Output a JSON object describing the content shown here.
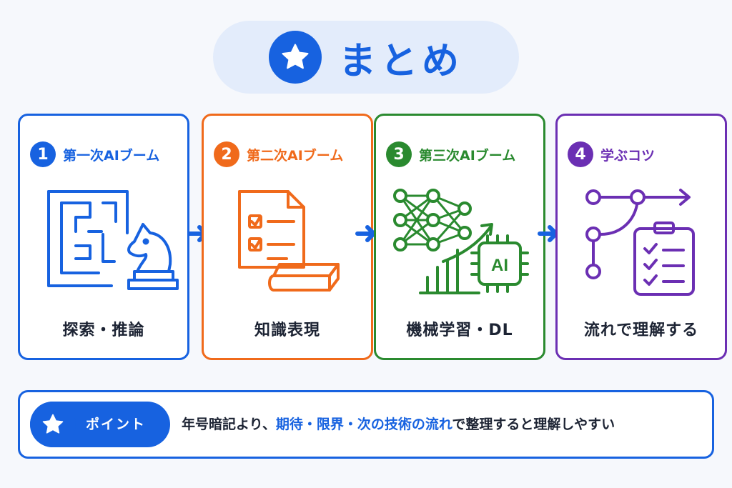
{
  "title": {
    "text": "まとめ"
  },
  "colors": {
    "blue": "#1762e0",
    "orange": "#f06a1b",
    "green": "#2a8a2f",
    "purple": "#6b2fb3"
  },
  "cards": [
    {
      "number": "1",
      "title": "第一次AIブーム",
      "label": "探索・推論",
      "icon": "maze-chess-knight-icon"
    },
    {
      "number": "2",
      "title": "第二次AIブーム",
      "label": "知識表現",
      "icon": "checklist-document-book-icon"
    },
    {
      "number": "3",
      "title": "第三次AIブーム",
      "label": "機械学習・DL",
      "icon": "neural-network-ai-chip-icon"
    },
    {
      "number": "4",
      "title": "学ぶコツ",
      "label": "流れで理解する",
      "icon": "flow-path-clipboard-icon"
    }
  ],
  "chip_text": "AI",
  "point": {
    "badge": "ポイント",
    "text_before": "年号暗記より、",
    "highlight": "期待・限界・次の技術の流れ",
    "text_after": "で整理すると理解しやすい"
  }
}
